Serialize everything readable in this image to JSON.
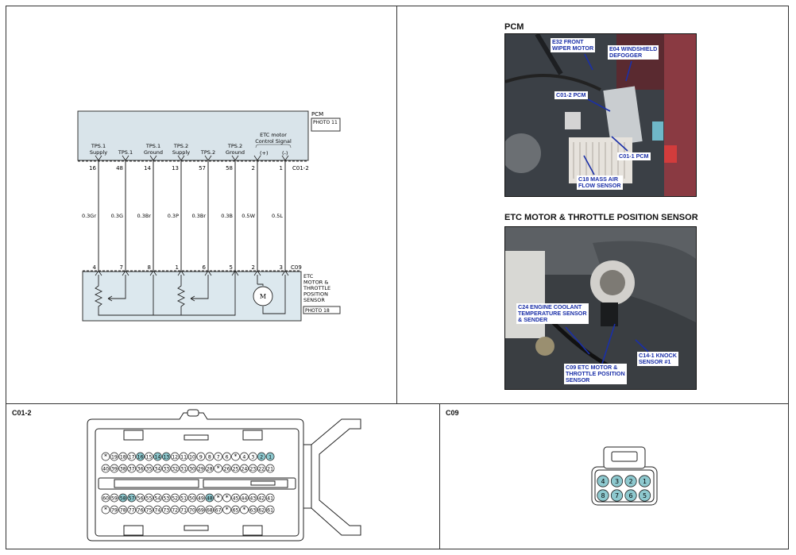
{
  "wiring": {
    "pcm_label": "PCM",
    "pcm_photo": "PHOTO 11",
    "pcm_connector": "C01-2",
    "etc_connector": "C09",
    "etc_label": [
      "ETC",
      "MOTOR &",
      "THROTTLE",
      "POSITION",
      "SENSOR"
    ],
    "etc_photo": "PHOTO 18",
    "etc_signal_title": [
      "ETC motor",
      "Control Signal"
    ],
    "signal_pos": "(+)",
    "signal_neg": "(-)",
    "motor_symbol": "M",
    "circuits": [
      {
        "signal": [
          "TPS.1",
          "Supply"
        ],
        "pcm_pin": "16",
        "wire": "0.3Gr",
        "etc_pin": "4"
      },
      {
        "signal": [
          "TPS.1"
        ],
        "pcm_pin": "48",
        "wire": "0.3G",
        "etc_pin": "7"
      },
      {
        "signal": [
          "TPS.1",
          "Ground"
        ],
        "pcm_pin": "14",
        "wire": "0.3Br",
        "etc_pin": "8"
      },
      {
        "signal": [
          "TPS.2",
          "Supply"
        ],
        "pcm_pin": "13",
        "wire": "0.3P",
        "etc_pin": "1"
      },
      {
        "signal": [
          "TPS.2"
        ],
        "pcm_pin": "57",
        "wire": "0.3Br",
        "etc_pin": "6"
      },
      {
        "signal": [
          "TPS.2",
          "Ground"
        ],
        "pcm_pin": "58",
        "wire": "0.3B",
        "etc_pin": "5"
      },
      {
        "signal": [
          ""
        ],
        "pcm_pin": "2",
        "wire": "0.5W",
        "etc_pin": "2"
      },
      {
        "signal": [
          ""
        ],
        "pcm_pin": "1",
        "wire": "0.5L",
        "etc_pin": "3"
      }
    ]
  },
  "photos": {
    "pcm_title": "PCM",
    "pcm_callouts": [
      "E32 FRONT\nWIPER MOTOR",
      "E04 WINDSHIELD\nDEFOGGER",
      "C01-2 PCM",
      "C01-1 PCM",
      "C18 MASS AIR\nFLOW SENSOR"
    ],
    "etc_title": "ETC MOTOR & THROTTLE POSITION SENSOR",
    "etc_callouts": [
      "C24 ENGINE COOLANT\nTEMPERATURE SENSOR\n& SENDER",
      "C09 ETC MOTOR &\nTHROTTLE POSITION\nSENSOR",
      "C14-1 KNOCK\nSENSOR #1"
    ]
  },
  "connectors": {
    "c01_label": "C01-2",
    "c09_label": "C09",
    "c01_rows": [
      [
        "*",
        "19",
        "18",
        "17",
        "16",
        "15",
        "14",
        "13",
        "12",
        "11",
        "10",
        "9",
        "8",
        "7",
        "6",
        "*",
        "4",
        "3",
        "2",
        "1"
      ],
      [
        "40",
        "39",
        "38",
        "37",
        "36",
        "35",
        "34",
        "33",
        "32",
        "31",
        "30",
        "29",
        "28",
        "*",
        "26",
        "25",
        "24",
        "23",
        "22",
        "21"
      ],
      [
        "60",
        "59",
        "58",
        "57",
        "56",
        "55",
        "54",
        "53",
        "52",
        "51",
        "50",
        "49",
        "48",
        "*",
        "*",
        "45",
        "44",
        "43",
        "42",
        "41"
      ],
      [
        "*",
        "79",
        "78",
        "77",
        "76",
        "75",
        "74",
        "73",
        "72",
        "71",
        "70",
        "69",
        "68",
        "67",
        "*",
        "65",
        "*",
        "63",
        "62",
        "61"
      ]
    ],
    "c01_highlight": [
      "16",
      "14",
      "13",
      "2",
      "1",
      "58",
      "57",
      "48"
    ],
    "c09_rows": [
      [
        "4",
        "3",
        "2",
        "1"
      ],
      [
        "8",
        "7",
        "6",
        "5"
      ]
    ],
    "c09_highlight": [
      "4",
      "3",
      "2",
      "1",
      "8",
      "7",
      "6",
      "5"
    ],
    "colors": {
      "pin_highlight": "#8ec9cf",
      "etc_box": "#dce8ee",
      "pcm_box": "#d9e4ea",
      "callout_text": "#1a2fa8"
    }
  }
}
